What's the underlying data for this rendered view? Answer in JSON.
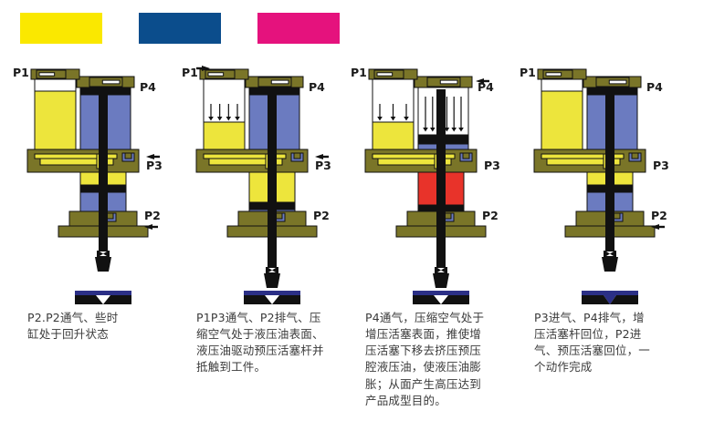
{
  "legend": {
    "name": "color-legend",
    "swatches": [
      {
        "name": "yellow-swatch",
        "color": "#FAE800"
      },
      {
        "name": "blue-swatch",
        "color": "#0B4D8C"
      },
      {
        "name": "magenta-swatch",
        "color": "#E5127D"
      }
    ]
  },
  "palette": {
    "oil_yellow": "#EDE53C",
    "body_olive": "#7A7528",
    "cylinder_blue": "#6B7BC0",
    "high_pressure_red": "#E8332A",
    "black": "#111111",
    "workpiece_blue": "#2B2F86",
    "white": "#FFFFFF",
    "outline": "#111111"
  },
  "diagram": {
    "title": "booster-cylinder-operation-sequence",
    "port_labels": [
      "P1",
      "P2",
      "P3",
      "P4"
    ]
  },
  "stages": [
    {
      "name": "stage-1-return",
      "index": 1,
      "ports": [
        {
          "label": "P1",
          "arrow": "none",
          "pos": "top-left"
        },
        {
          "label": "P4",
          "arrow": "none",
          "pos": "top-right"
        },
        {
          "label": "P3",
          "arrow": "left",
          "pos": "mid-right"
        },
        {
          "label": "P2",
          "arrow": "left",
          "pos": "low-right"
        }
      ],
      "oil_level": "full",
      "flow_arrows": 0,
      "booster_chamber": "none",
      "rod_position": "up",
      "workpiece": "flat",
      "caption_lines": [
        "P2.P2通气、些时",
        "缸处于回升状态"
      ]
    },
    {
      "name": "stage-2-prefill-advance",
      "index": 2,
      "ports": [
        {
          "label": "P1",
          "arrow": "right",
          "pos": "top-left"
        },
        {
          "label": "P4",
          "arrow": "none",
          "pos": "top-right"
        },
        {
          "label": "P3",
          "arrow": "left",
          "pos": "mid-right"
        },
        {
          "label": "P2",
          "arrow": "none",
          "pos": "low-right"
        }
      ],
      "oil_level": "low",
      "flow_arrows": 4,
      "booster_chamber": "yellow",
      "rod_position": "down-touching",
      "workpiece": "flat",
      "caption_lines": [
        "P1P3通气、P2排气、压",
        "缩空气处于液压油表面、",
        "液压油驱动预压活塞杆并",
        "抵触到工件。"
      ]
    },
    {
      "name": "stage-3-intensify",
      "index": 3,
      "ports": [
        {
          "label": "P1",
          "arrow": "none",
          "pos": "top-left"
        },
        {
          "label": "P4",
          "arrow": "left",
          "pos": "top-right"
        },
        {
          "label": "P3",
          "arrow": "none",
          "pos": "mid-right"
        },
        {
          "label": "P2",
          "arrow": "none",
          "pos": "low-right"
        }
      ],
      "oil_level": "low",
      "flow_arrows": 3,
      "booster_arrows": 6,
      "booster_chamber": "red",
      "rod_position": "down-pressing",
      "workpiece": "forming",
      "caption_lines": [
        "P4通气，压缩空气处于",
        "增压活塞表面，推使增",
        "压活塞下移去挤压预压",
        "腔液压油，使液压油膨",
        "胀；从面产生高压达到",
        "产品成型目的。"
      ]
    },
    {
      "name": "stage-4-reset",
      "index": 4,
      "ports": [
        {
          "label": "P1",
          "arrow": "none",
          "pos": "top-left"
        },
        {
          "label": "P4",
          "arrow": "none",
          "pos": "top-right"
        },
        {
          "label": "P3",
          "arrow": "none",
          "pos": "mid-right"
        },
        {
          "label": "P2",
          "arrow": "left",
          "pos": "low-right"
        }
      ],
      "oil_level": "full",
      "flow_arrows": 0,
      "booster_chamber": "yellow",
      "rod_position": "up",
      "workpiece": "formed-v",
      "caption_lines": [
        "P3进气、P4排气，增",
        "压活塞杆回位，P2进",
        "气、预压活塞回位，一",
        "个动作完成"
      ]
    }
  ]
}
